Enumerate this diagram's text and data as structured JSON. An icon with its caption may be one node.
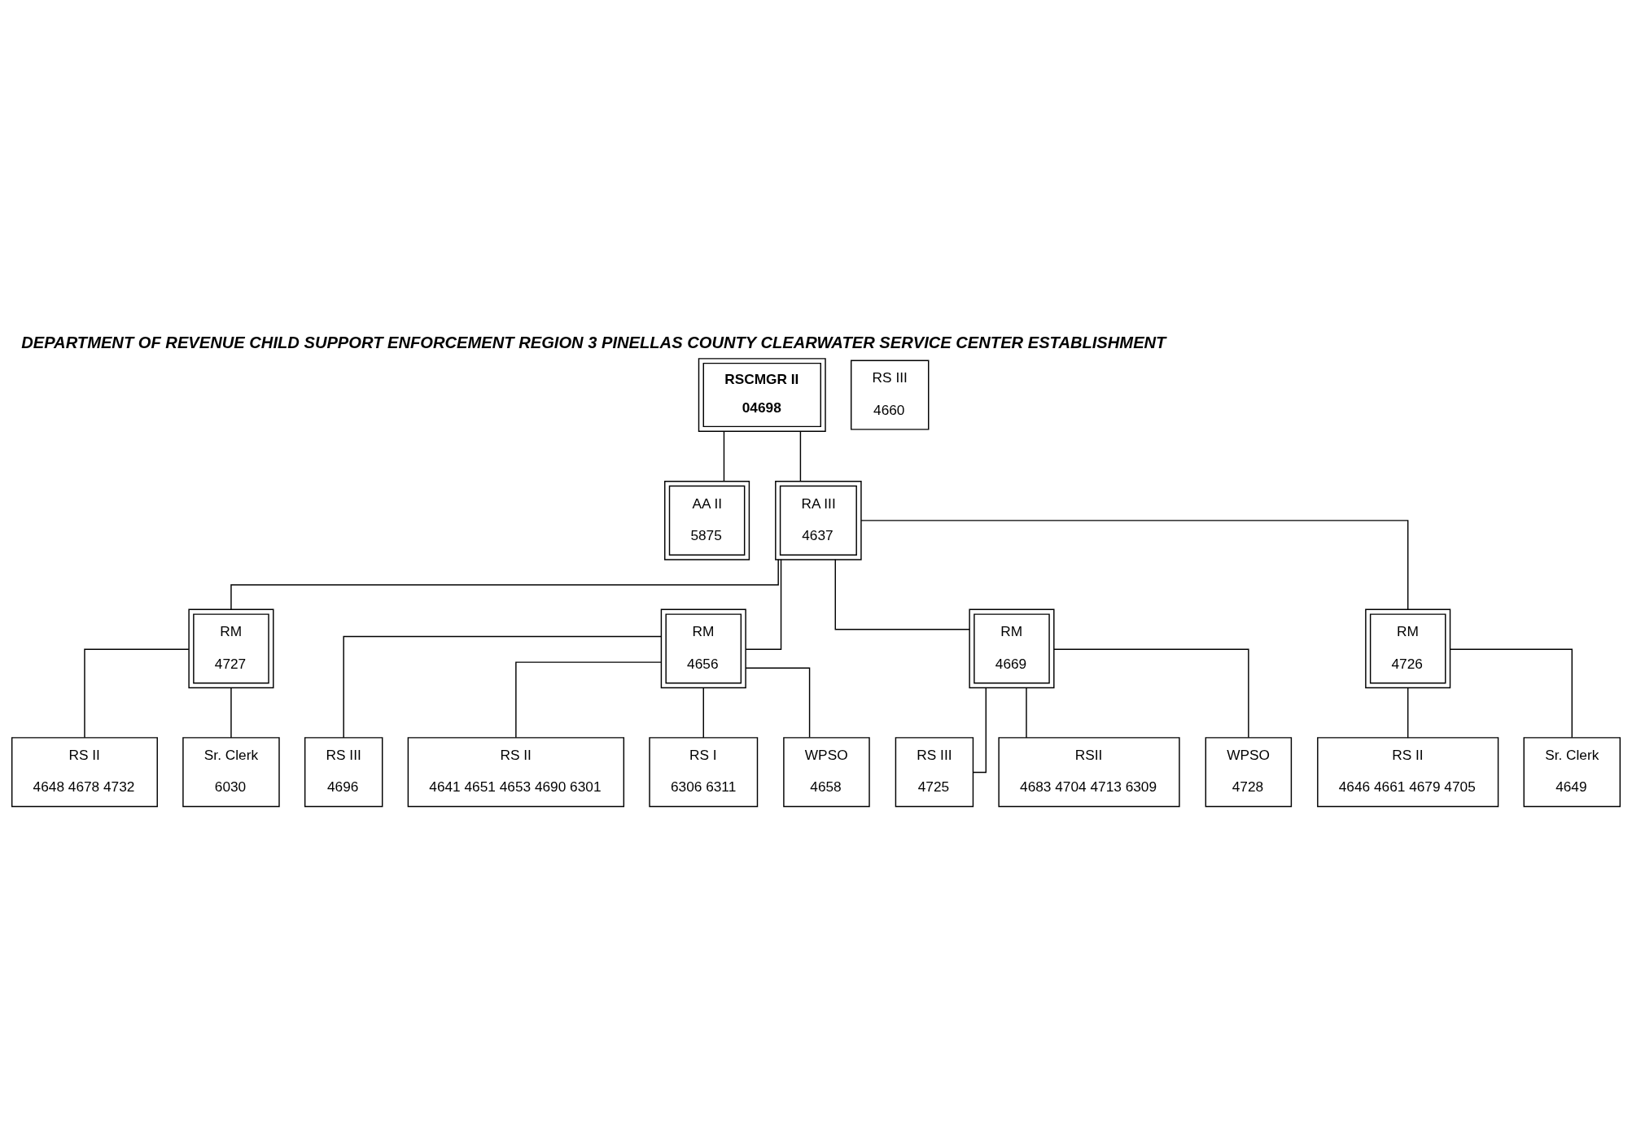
{
  "diagram": {
    "title": "DEPARTMENT OF REVENUE CHILD SUPPORT ENFORCEMENT REGION 3 PINELLAS COUNTY CLEARWATER SERVICE CENTER ESTABLISHMENT",
    "nodes": [
      {
        "text": [
          "RSCMGR II",
          "04698"
        ]
      },
      {
        "text": [
          "AA II",
          "5875"
        ]
      },
      {
        "text": [
          "RA III",
          "4637"
        ]
      },
      {
        "text": [
          "RM",
          "4727"
        ]
      },
      {
        "text": [
          "RM",
          "4656"
        ]
      },
      {
        "text": [
          "RM",
          "4669"
        ]
      },
      {
        "text": [
          "RM",
          "4726"
        ]
      },
      {
        "text": [
          "RS III",
          "4660"
        ]
      },
      {
        "text": [
          "RS II",
          "4648 4678 4732"
        ]
      },
      {
        "text": [
          "Sr. Clerk",
          "6030"
        ]
      },
      {
        "text": [
          "RS III",
          "4696"
        ]
      },
      {
        "text": [
          "RS II",
          "4641 4651 4653 4690 6301"
        ]
      },
      {
        "text": [
          "RS I",
          "6306 6311"
        ]
      },
      {
        "text": [
          "WPSO",
          "4658"
        ]
      },
      {
        "text": [
          "RS III",
          "4725"
        ]
      },
      {
        "text": [
          "RSII",
          "4683 4704 4713 6309"
        ]
      },
      {
        "text": [
          "WPSO",
          "4728"
        ]
      },
      {
        "text": [
          "RS II",
          "4646 4661 4679 4705"
        ]
      },
      {
        "text": [
          "Sr. Clerk",
          "4649"
        ]
      }
    ],
    "edges": [
      {
        "from": 0,
        "to": 1,
        "arrow": "none"
      },
      {
        "from": 0,
        "to": 2,
        "arrow": "none"
      },
      {
        "from": 2,
        "to": 3,
        "arrow": "none"
      },
      {
        "from": 2,
        "to": 4,
        "arrow": "none"
      },
      {
        "from": 2,
        "to": 5,
        "arrow": "none"
      },
      {
        "from": 2,
        "to": 6,
        "arrow": "none"
      },
      {
        "from": 3,
        "to": 8,
        "arrow": "none"
      },
      {
        "from": 3,
        "to": 9,
        "arrow": "none"
      },
      {
        "from": 4,
        "to": 10,
        "arrow": "none"
      },
      {
        "from": 4,
        "to": 11,
        "arrow": "none"
      },
      {
        "from": 4,
        "to": 12,
        "arrow": "none"
      },
      {
        "from": 4,
        "to": 13,
        "arrow": "none"
      },
      {
        "from": 5,
        "to": 14,
        "arrow": "none"
      },
      {
        "from": 5,
        "to": 15,
        "arrow": "none"
      },
      {
        "from": 5,
        "to": 16,
        "arrow": "none"
      },
      {
        "from": 6,
        "to": 17,
        "arrow": "none"
      },
      {
        "from": 6,
        "to": 18,
        "arrow": "none"
      }
    ]
  }
}
